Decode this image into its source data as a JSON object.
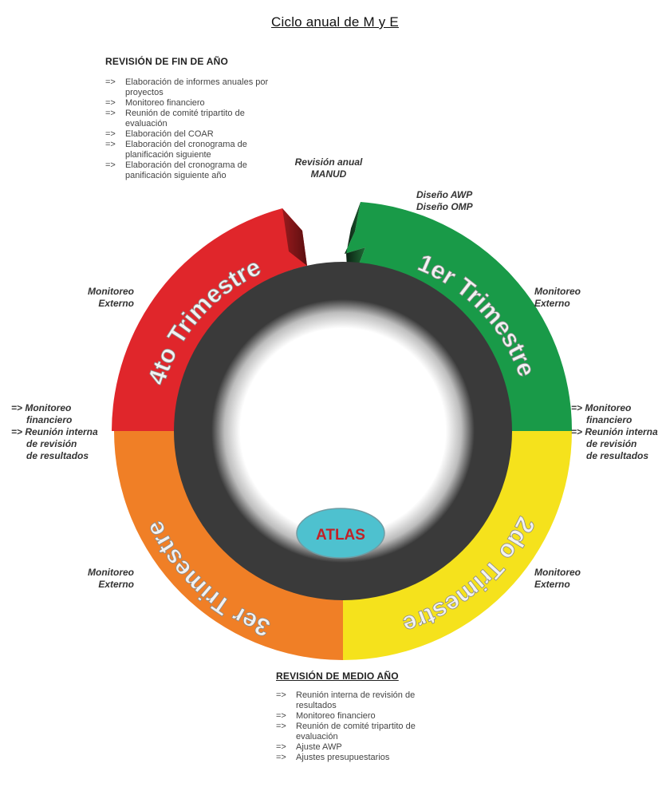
{
  "title": "Ciclo anual de M y E",
  "colors": {
    "q1": "#199a48",
    "q2": "#f5e21c",
    "q3": "#f07f26",
    "q4": "#e0262b",
    "atlas_fill": "#4ec1cf",
    "atlas_text": "#c22026",
    "ring_text": "#f2f2f2"
  },
  "quarters": {
    "q1": "1er Trimestre",
    "q2": "2do Trimestre",
    "q3": "3er Trimestre",
    "q4": "4to Trimestre"
  },
  "center_label": "ATLAS",
  "annual_review": {
    "line1": "Revisión anual",
    "line2": "MANUD"
  },
  "design": {
    "line1": "Diseño AWP",
    "line2": "Diseño OMP"
  },
  "external_monitoring": {
    "line1": "Monitoreo",
    "line2": "Externo"
  },
  "side_notes": {
    "left": {
      "line1": "=> Monitoreo",
      "line2": "financiero",
      "line3": "=> Reunión interna",
      "line4": "de revisión",
      "line5": "de resultados"
    },
    "right": {
      "line1": "=> Monitoreo",
      "line2": "financiero",
      "line3": "=> Reunión interna",
      "line4": "de revisión",
      "line5": "de resultados"
    }
  },
  "end_of_year": {
    "heading": "REVISIÓN DE FIN DE AÑO",
    "arrow": "=>",
    "items": [
      "Elaboración de informes anuales por proyectos",
      "Monitoreo financiero",
      "Reunión de comité tripartito de evaluación",
      "Elaboración del COAR",
      "Elaboración del cronograma de planificación siguiente",
      "Elaboración del cronograma de panificación siguiente año"
    ]
  },
  "mid_year": {
    "heading": "REVISIÓN DE MEDIO AÑO",
    "arrow": "=>",
    "items": [
      "Reunión interna de revisión de resultados",
      "Monitoreo financiero",
      "Reunión de comité tripartito de evaluación",
      "Ajuste AWP",
      "Ajustes presupuestarios"
    ]
  }
}
